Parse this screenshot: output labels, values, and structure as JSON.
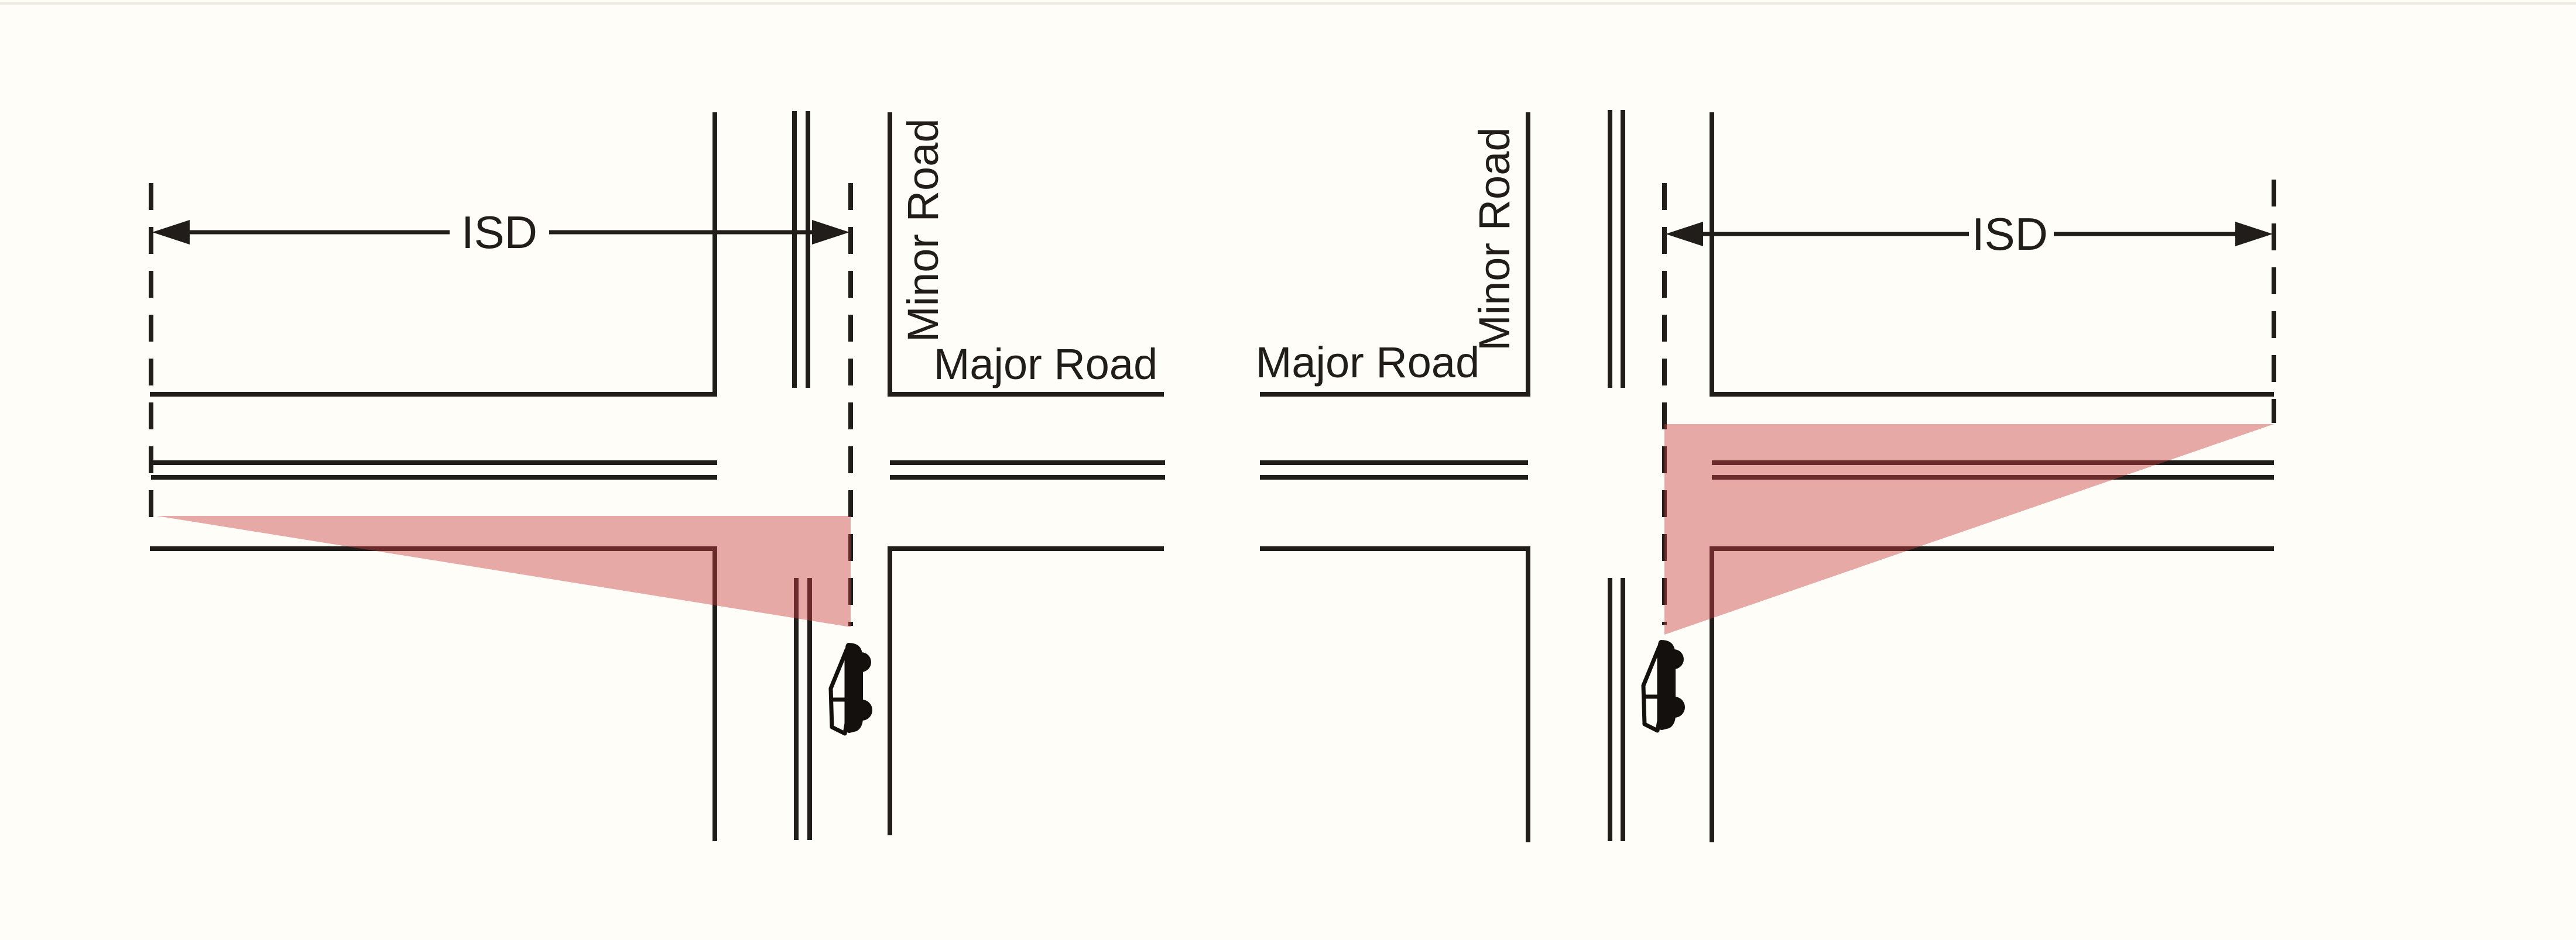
{
  "figure": {
    "description_labels_only": "intersection sight distance figure",
    "colors": {
      "background": "#fffdf8",
      "line": "#211d1b",
      "sight_triangle": "#c93d3d",
      "sight_triangle_opacity": "0.44"
    },
    "icons": {
      "car": "car-icon",
      "arrow_left": "arrowhead-left-icon",
      "arrow_right": "arrowhead-right-icon"
    }
  },
  "diagrams": [
    {
      "id": "left",
      "sight_direction": "looking left",
      "isd_label": "ISD",
      "minor_road_label": "Minor Road",
      "major_road_label": "Major Road"
    },
    {
      "id": "right",
      "sight_direction": "looking right",
      "isd_label": "ISD",
      "minor_road_label": "Minor Road",
      "major_road_label": "Major Road"
    }
  ]
}
